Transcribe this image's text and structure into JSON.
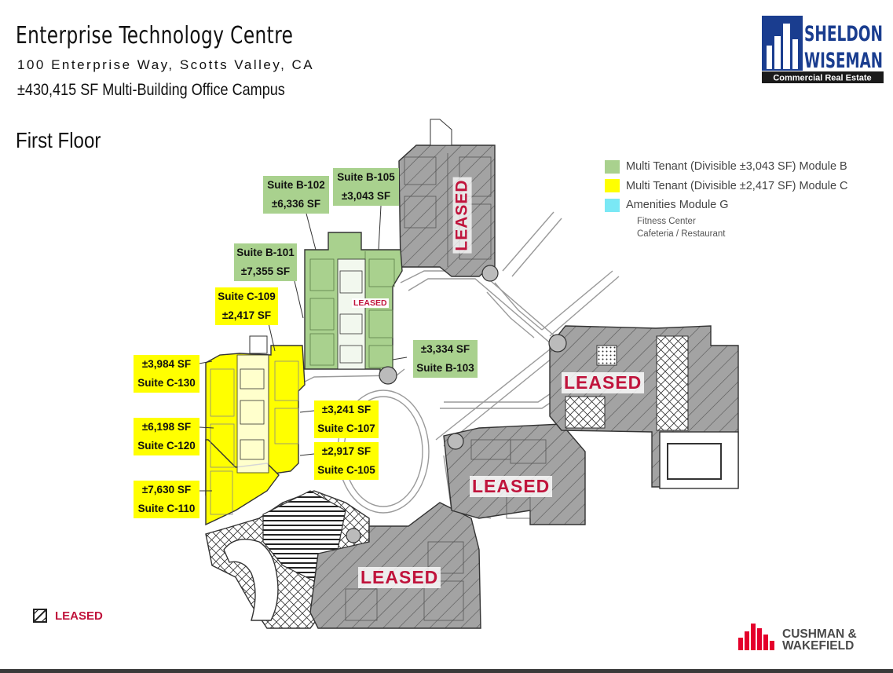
{
  "header": {
    "title": "Enterprise Technology Centre",
    "address": "100 Enterprise Way, Scotts Valley, CA",
    "campus": "±430,415 SF Multi-Building Office Campus",
    "floor": "First Floor"
  },
  "brand_logo": {
    "line1": "SHELDON",
    "line2": "WISEMAN",
    "tagline": "Commercial Real Estate",
    "color": "#1a3d8f"
  },
  "partner_logo": {
    "line1": "CUSHMAN &",
    "line2": "WAKEFIELD",
    "color": "#e4002b"
  },
  "legend": {
    "items": [
      {
        "label": "Multi Tenant (Divisible ±3,043 SF) Module B",
        "color": "#a9d18e"
      },
      {
        "label": "Multi Tenant (Divisible ±2,417 SF) Module C",
        "color": "#ffff00"
      },
      {
        "label": "Amenities Module G",
        "color": "#7ae8f5"
      }
    ],
    "amenities": [
      "Fitness Center",
      "Cafeteria / Restaurant"
    ]
  },
  "suites": {
    "b102": {
      "name": "Suite B-102",
      "size": "±6,336 SF"
    },
    "b105": {
      "name": "Suite B-105",
      "size": "±3,043 SF"
    },
    "b101": {
      "name": "Suite B-101",
      "size": "±7,355 SF"
    },
    "c109": {
      "name": "Suite C-109",
      "size": "±2,417 SF"
    },
    "b103": {
      "name": "Suite B-103",
      "size": "±3,334 SF"
    },
    "c130": {
      "name": "Suite C-130",
      "size": "±3,984 SF"
    },
    "c107": {
      "name": "Suite C-107",
      "size": "±3,241 SF"
    },
    "c120": {
      "name": "Suite C-120",
      "size": "±6,198 SF"
    },
    "c105": {
      "name": "Suite C-105",
      "size": "±2,917 SF"
    },
    "c110": {
      "name": "Suite C-110",
      "size": "±7,630 SF"
    }
  },
  "map_labels": {
    "leased": "LEASED",
    "leased_small": "LEASED"
  },
  "key": {
    "leased": "LEASED"
  },
  "colors": {
    "green": "#a9d18e",
    "yellow": "#ffff00",
    "leased_gray": "#9e9e9e",
    "leased_text": "#c0143c"
  }
}
